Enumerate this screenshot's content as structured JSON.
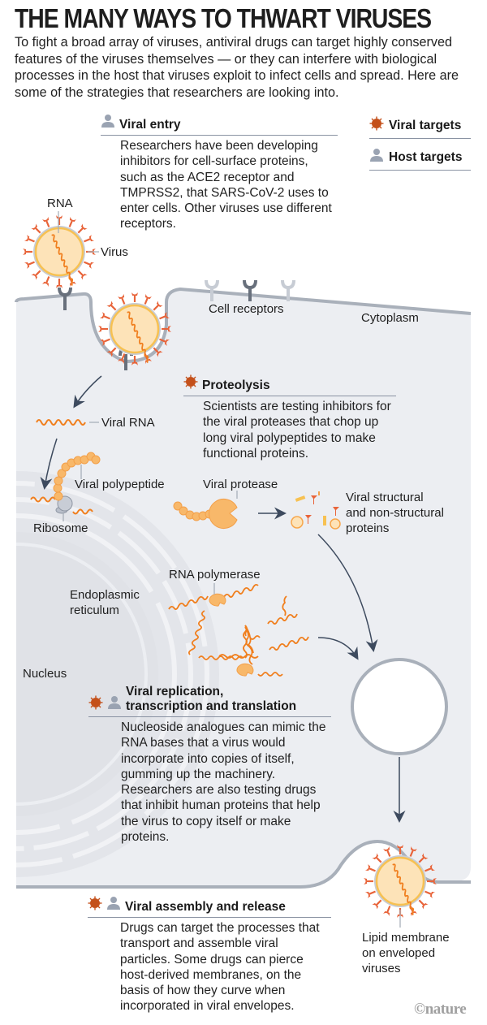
{
  "header": {
    "title": "THE MANY WAYS TO THWART VIRUSES",
    "intro": "To fight a broad array of viruses, antiviral drugs can target highly conserved features of the viruses themselves — or they can interfere with biological processes in the host that viruses exploit to infect cells and spread. Here are some of the strategies that researchers are looking into."
  },
  "legend": {
    "items": [
      {
        "icon": "virus-icon",
        "label": "Viral targets"
      },
      {
        "icon": "person-icon",
        "label": "Host targets"
      }
    ]
  },
  "colors": {
    "viral_target": "#c4501a",
    "host_target": "#9aa3b2",
    "spike": "#e8643a",
    "rna": "#f07f1e",
    "virus_fill": "#fde3b8",
    "cell_fill": "#eceef2",
    "membrane": "#a9b0ba",
    "arrow": "#3d4a5e"
  },
  "boxes": {
    "viral_entry": {
      "title": "Viral entry",
      "icons": [
        "person-icon"
      ],
      "body": "Researchers have been developing inhibitors for cell-surface proteins, such as the ACE2 receptor and TMPRSS2, that SARS-CoV-2 uses to enter cells. Other viruses use different receptors."
    },
    "proteolysis": {
      "title": "Proteolysis",
      "icons": [
        "virus-icon"
      ],
      "body": "Scientists are testing inhibitors for the viral proteases that chop up long viral polypeptides to make functional proteins."
    },
    "replication": {
      "title_line1": "Viral replication,",
      "title_line2": "transcription and translation",
      "icons": [
        "virus-icon",
        "person-icon"
      ],
      "body": "Nucleoside analogues can mimic the RNA bases that a virus would incorporate into copies of itself, gumming up the machinery. Researchers are also testing drugs that inhibit human proteins that help the virus to copy itself or make proteins."
    },
    "assembly": {
      "title": "Viral assembly and release",
      "icons": [
        "virus-icon",
        "person-icon"
      ],
      "body": "Drugs can target the processes that transport and assemble viral particles. Some drugs can pierce host-derived membranes, on the basis of how they curve when incorporated in viral envelopes."
    }
  },
  "labels": {
    "rna": "RNA",
    "virus": "Virus",
    "cell_receptors": "Cell receptors",
    "cytoplasm": "Cytoplasm",
    "viral_rna": "Viral RNA",
    "viral_polypeptide": "Viral polypeptide",
    "ribosome": "Ribosome",
    "viral_protease": "Viral protease",
    "viral_proteins_1": "Viral structural",
    "viral_proteins_2": "and non-structural",
    "viral_proteins_3": "proteins",
    "rna_polymerase": "RNA polymerase",
    "er_1": "Endoplasmic",
    "er_2": "reticulum",
    "nucleus": "Nucleus",
    "lipid_1": "Lipid membrane",
    "lipid_2": "on enveloped",
    "lipid_3": "viruses"
  },
  "credit": "©nature"
}
